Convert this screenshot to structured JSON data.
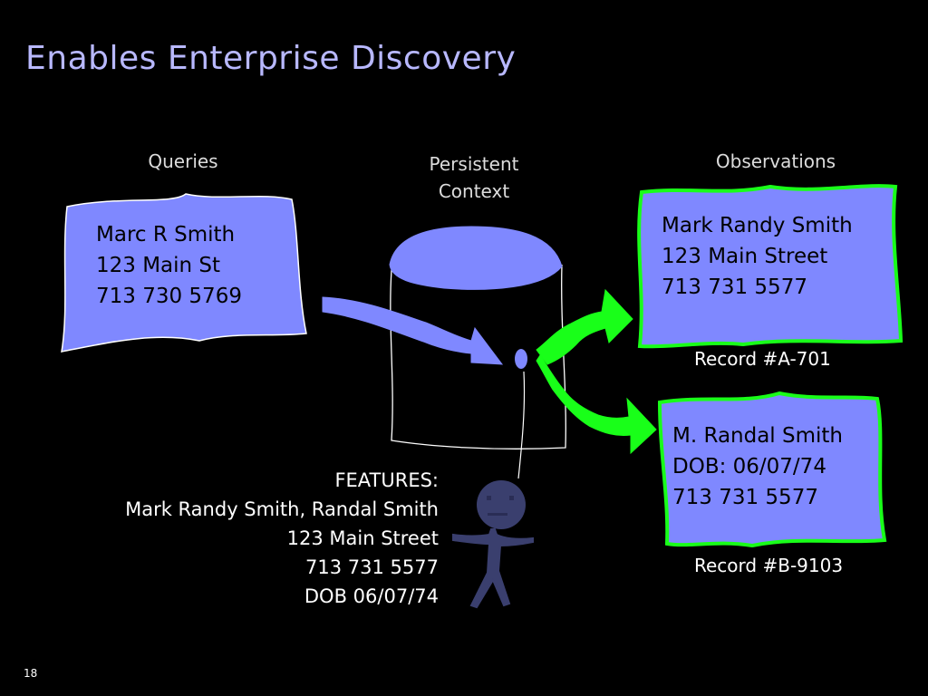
{
  "slide": {
    "title": "Enables Enterprise Discovery",
    "page_number": "18"
  },
  "headers": {
    "queries": "Queries",
    "persistent_context_line1": "Persistent",
    "persistent_context_line2": "Context",
    "observations": "Observations"
  },
  "query_card": {
    "lines": [
      "Marc R Smith",
      "123 Main St",
      "713 730 5769"
    ]
  },
  "observation_a": {
    "lines": [
      "Mark Randy Smith",
      "123 Main Street",
      "713 731 5577"
    ],
    "record": "Record #A-701"
  },
  "observation_b": {
    "lines": [
      "M. Randal Smith",
      "DOB: 06/07/74",
      "713 731 5577"
    ],
    "record": "Record #B-9103"
  },
  "features": {
    "heading": "FEATURES:",
    "lines": [
      "Mark Randy Smith, Randal Smith",
      "123 Main Street",
      "713 731 5577",
      "DOB 06/07/74"
    ]
  },
  "colors": {
    "card_fill": "#7f88ff",
    "highlight_border": "#19ff19",
    "query_arrow": "#7f88ff",
    "output_arrows": "#19ff19",
    "title": "#b8b8ff",
    "figure": "#3a3f6e"
  }
}
